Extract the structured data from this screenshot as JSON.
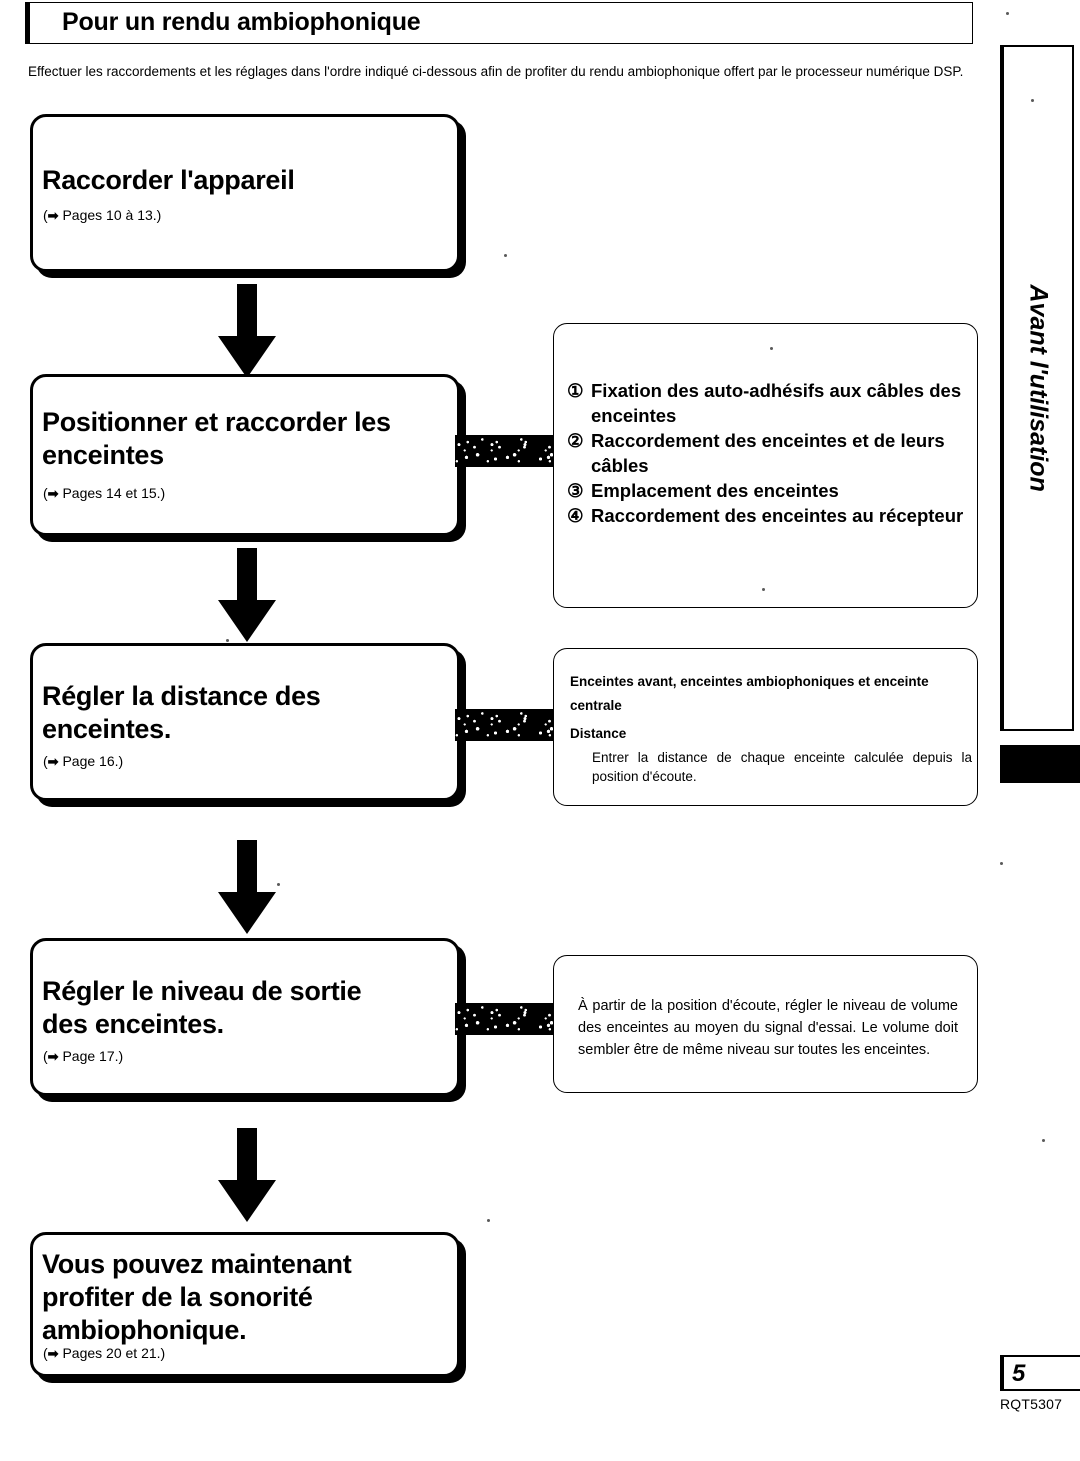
{
  "header": {
    "title": "Pour un rendu ambiophonique"
  },
  "intro": {
    "text": "Effectuer les raccordements et les réglages dans l'ordre indiqué ci-dessous afin de profiter du rendu ambiophonique offert par le processeur numérique DSP."
  },
  "steps": [
    {
      "title": "Raccorder l'appareil",
      "ref_arrow": "➡",
      "ref": "Pages 10 à 13.)",
      "ref_open": "("
    },
    {
      "title_line1": "Positionner et raccorder les",
      "title_line2": "enceintes",
      "ref_arrow": "➡",
      "ref": "Pages 14 et 15.)",
      "ref_open": "("
    },
    {
      "title_line1": "Régler la distance des",
      "title_line2": "enceintes.",
      "ref_arrow": "➡",
      "ref": "Page 16.)",
      "ref_open": "("
    },
    {
      "title_line1": "Régler le niveau de sortie",
      "title_line2": "des enceintes.",
      "ref_arrow": "➡",
      "ref": "Page 17.)",
      "ref_open": "("
    },
    {
      "title_line1": "Vous pouvez maintenant",
      "title_line2": "profiter de la sonorité",
      "title_line3": "ambiophonique.",
      "ref_arrow": "➡",
      "ref": "Pages 20 et 21.)",
      "ref_open": "("
    }
  ],
  "details": {
    "speakers": {
      "items": [
        {
          "num": "①",
          "text": "Fixation des auto-adhésifs aux câbles des enceintes"
        },
        {
          "num": "②",
          "text": "Raccordement des enceintes et de leurs câbles"
        },
        {
          "num": "③",
          "text": "Emplacement des enceintes"
        },
        {
          "num": "④",
          "text": "Raccordement des enceintes au récepteur"
        }
      ]
    },
    "distance": {
      "heading": "Enceintes avant, enceintes ambiophoniques et enceinte centrale",
      "subheading": "Distance",
      "body": "Entrer la distance de chaque enceinte calculée depuis la position d'écoute."
    },
    "level": {
      "body": "À partir de la position d'écoute, régler le niveau de volume des enceintes au moyen du signal d'essai. Le volume doit sembler être de même niveau sur toutes les enceintes."
    }
  },
  "sidebar": {
    "label": "Avant l'utilisation"
  },
  "footer": {
    "page_number": "5",
    "doc_code": "RQT5307"
  }
}
